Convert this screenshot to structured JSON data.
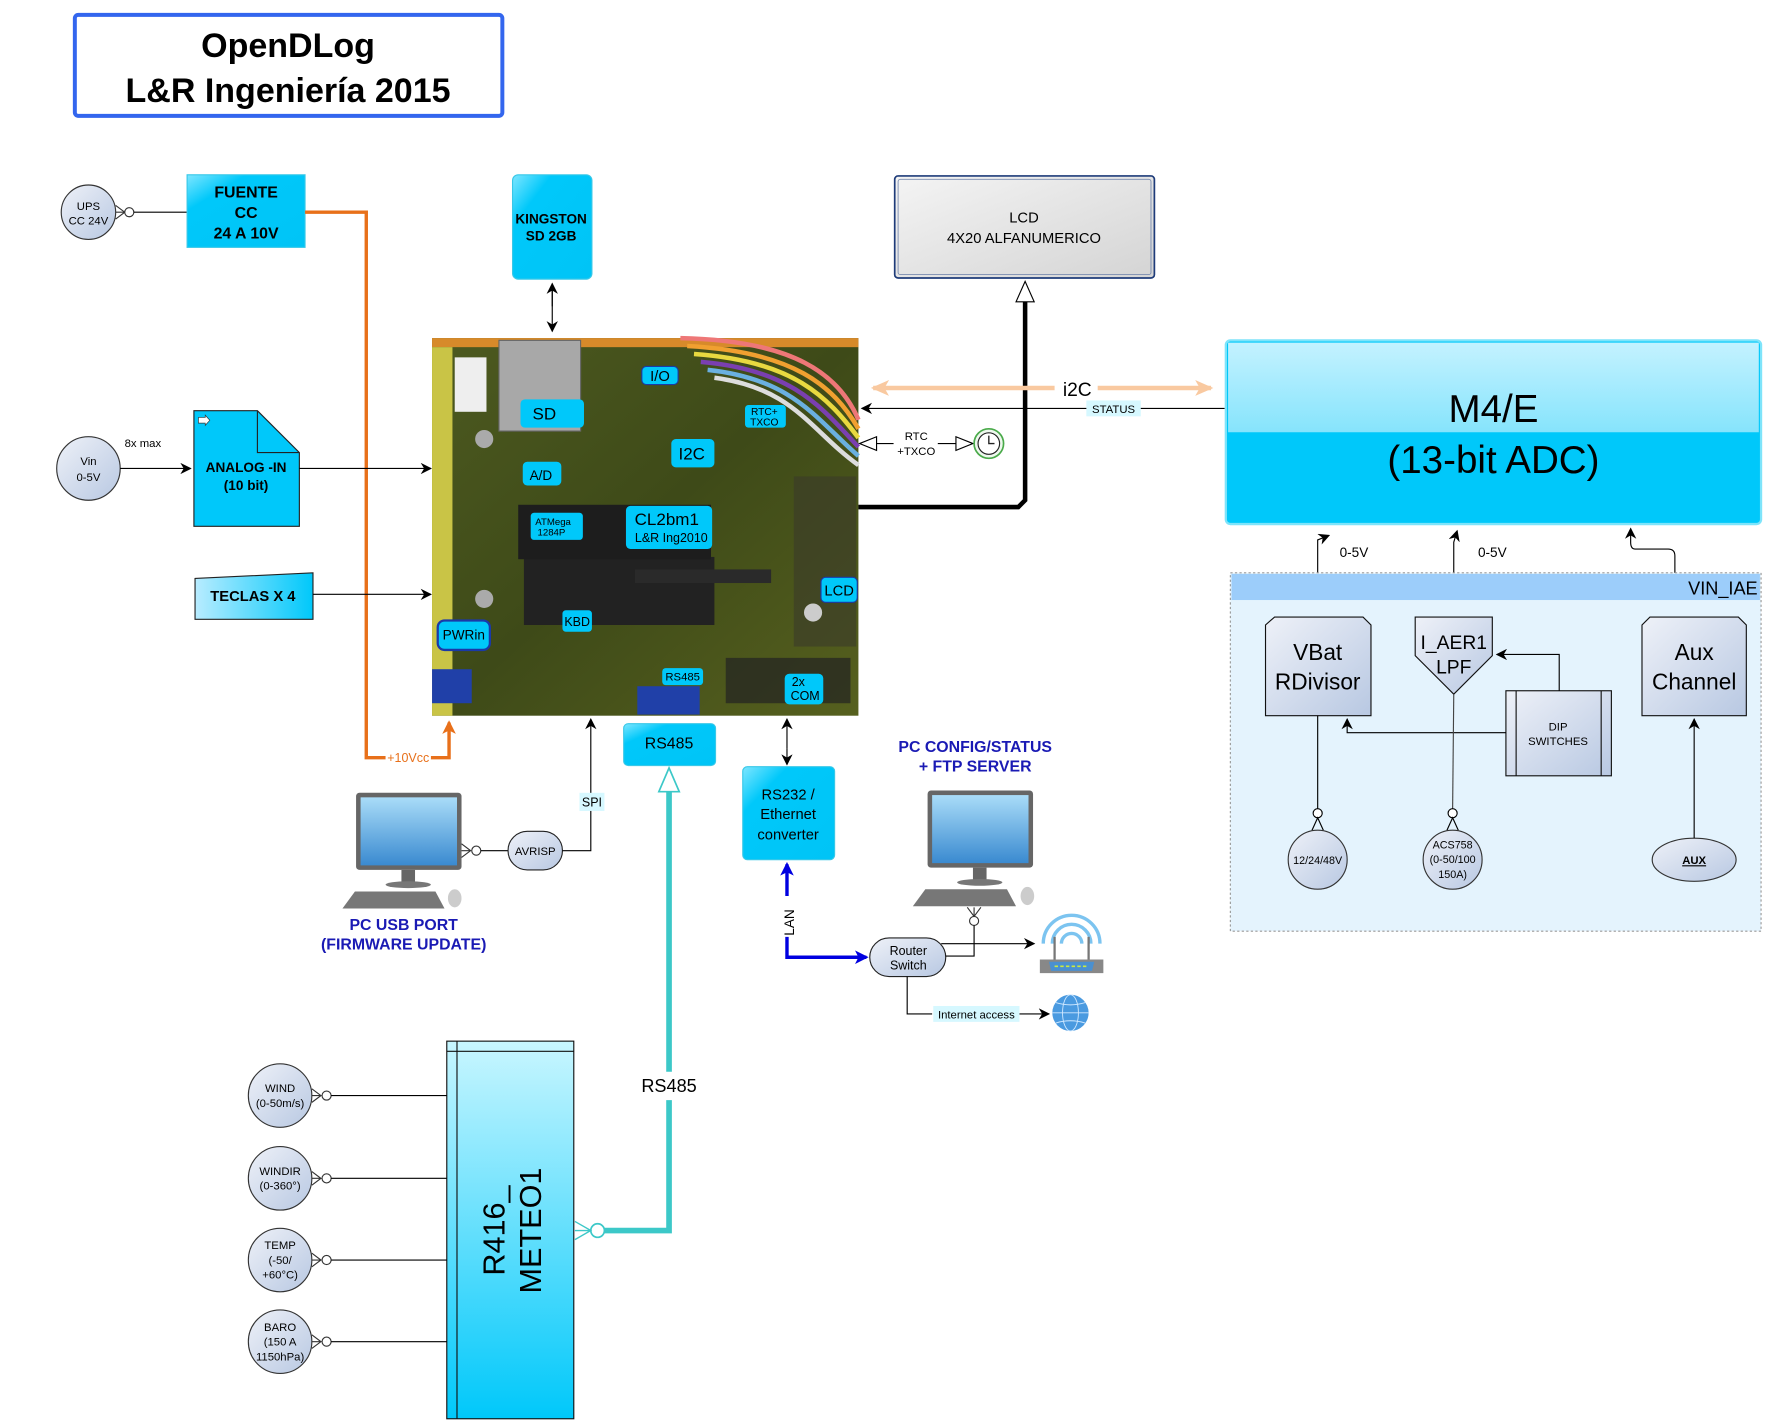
{
  "title": {
    "line1": "OpenDLog",
    "line2": "L&R Ingeniería 2015"
  },
  "power": {
    "ups_line1": "UPS",
    "ups_line2": "CC 24V",
    "fuente_line1": "FUENTE",
    "fuente_line2": "CC",
    "fuente_line3": "24 A 10V",
    "vcc_label": "+10Vcc"
  },
  "sd": {
    "line1": "KINGSTON",
    "line2": "SD 2GB"
  },
  "analog": {
    "vin_line1": "Vin",
    "vin_line2": "0-5V",
    "count_label": "8x max",
    "block_line1": "ANALOG -IN",
    "block_line2": "(10 bit)"
  },
  "keys": {
    "label": "TECLAS X 4"
  },
  "lcd": {
    "line1": "LCD",
    "line2": "4X20 ALFANUMERICO"
  },
  "board": {
    "tags": {
      "io": "I/O",
      "sd": "SD",
      "rtc1": "RTC+",
      "rtc2": "TXCO",
      "i2c": "I2C",
      "ad": "A/D",
      "atmega1": "ATMega",
      "atmega2": "1284P",
      "cl_1": "CL2bm1",
      "cl_2": "L&R Ing2010",
      "lcd": "LCD",
      "kbd": "KBD",
      "pwr": "PWRin",
      "rs485": "RS485",
      "com1": "2x",
      "com2": "COM"
    }
  },
  "links": {
    "i2c": "i2C",
    "status": "STATUS",
    "rtc_line1": "RTC",
    "rtc_line2": "+TXCO",
    "spi": "SPI",
    "lan": "LAN",
    "rs485_bus": "RS485",
    "internet": "Internet access"
  },
  "m4e": {
    "line1": "M4/E",
    "line2": "(13-bit ADC)",
    "input1": "0-5V",
    "input2": "0-5V"
  },
  "vin_iae": {
    "title": "VIN_IAE",
    "vbat_line1": "VBat",
    "vbat_line2": "RDivisor",
    "iaer_line1": "I_AER1",
    "iaer_line2": "LPF",
    "aux_line1": "Aux",
    "aux_line2": "Channel",
    "dip_line1": "DIP",
    "dip_line2": "SWITCHES",
    "sensor_v": "12/24/48V",
    "acs_line1": "ACS758",
    "acs_line2": "(0-50/100",
    "acs_line3": "150A)",
    "aux": "AUX"
  },
  "pc_usb": {
    "avrisp": "AVRISP",
    "label1": "PC USB PORT",
    "label2": "(FIRMWARE UPDATE)"
  },
  "rs485_block": {
    "label": "RS485"
  },
  "converter": {
    "line1": "RS232 /",
    "line2": "Ethernet",
    "line3": "converter"
  },
  "pc_config": {
    "label1": "PC CONFIG/STATUS",
    "label2": "+ FTP SERVER",
    "router1": "Router",
    "router2": "Switch"
  },
  "meteo": {
    "line1": "R416_",
    "line2": "METEO1",
    "sensors": [
      {
        "l1": "WIND",
        "l2": "(0-50m/s)",
        "l3": ""
      },
      {
        "l1": "WINDIR",
        "l2": "(0-360°)",
        "l3": ""
      },
      {
        "l1": "TEMP",
        "l2": "(-50/",
        "l3": "+60°C)"
      },
      {
        "l1": "BARO",
        "l2": "(150 A",
        "l3": "1150hPa)"
      }
    ]
  },
  "colors": {
    "cyan": "#00c8fa",
    "orange": "#e8701a",
    "i2c": "#f9c9a0",
    "teal": "#3cc8c8",
    "lan": "#0000e0",
    "title_border": "#3366ee",
    "label_blue": "#1a1ab4"
  }
}
